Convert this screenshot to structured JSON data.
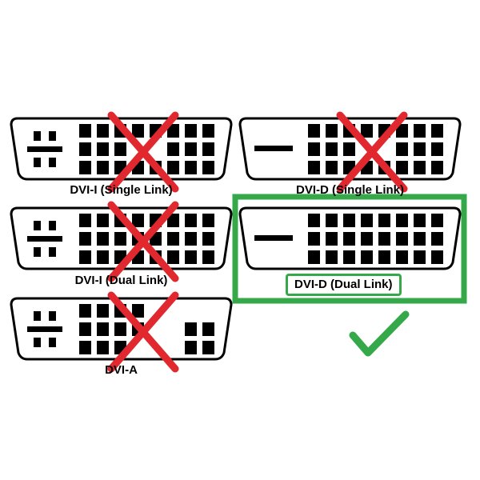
{
  "connectors": [
    {
      "id": "dvi-i-single",
      "label": "DVI-I (Single Link)",
      "pin_group": "analog-cross",
      "pin_layout": "single-link",
      "status": "rejected"
    },
    {
      "id": "dvi-d-single",
      "label": "DVI-D (Single Link)",
      "pin_group": "digital-bar",
      "pin_layout": "single-link",
      "status": "rejected"
    },
    {
      "id": "dvi-i-dual",
      "label": "DVI-I (Dual Link)",
      "pin_group": "analog-cross",
      "pin_layout": "dual-link",
      "status": "rejected"
    },
    {
      "id": "dvi-d-dual",
      "label": "DVI-D (Dual Link)",
      "pin_group": "digital-bar",
      "pin_layout": "dual-link",
      "status": "selected"
    },
    {
      "id": "dvi-a",
      "label": "DVI-A",
      "pin_group": "analog-cross",
      "pin_layout": "analog-only",
      "status": "rejected"
    }
  ],
  "icons": {
    "reject": "red-x-icon",
    "accept": "green-checkmark-icon"
  },
  "colors": {
    "reject": "#e0282e",
    "accept": "#35a84a",
    "pin": "#000000",
    "outline": "#000000",
    "background": "#ffffff"
  }
}
